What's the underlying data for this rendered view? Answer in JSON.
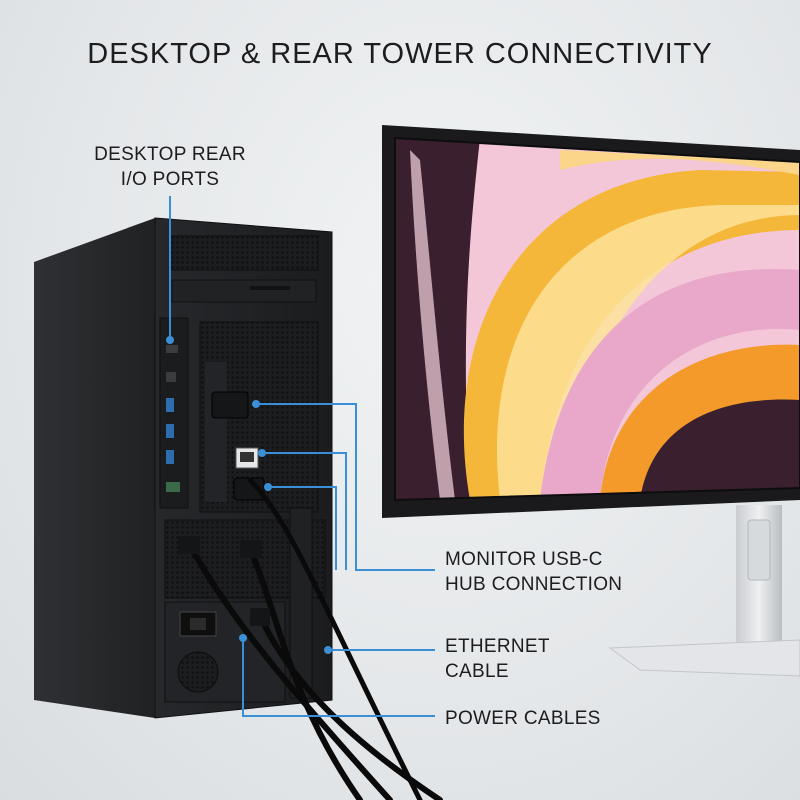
{
  "title": "DESKTOP & REAR TOWER CONNECTIVITY",
  "labels": {
    "rear_ports": [
      "DESKTOP REAR",
      "I/O PORTS"
    ],
    "monitor_usbc": [
      "MONITOR USB-C",
      "HUB CONNECTION"
    ],
    "ethernet": [
      "ETHERNET",
      "CABLE"
    ],
    "power": [
      "POWER CABLES"
    ]
  },
  "colors": {
    "callout_line": "#3a8fd6",
    "tower_body": "#2a2c2f",
    "screen_pink": "#e9a7c9",
    "screen_gold": "#f5b73a",
    "screen_dark": "#3a1f2e"
  }
}
